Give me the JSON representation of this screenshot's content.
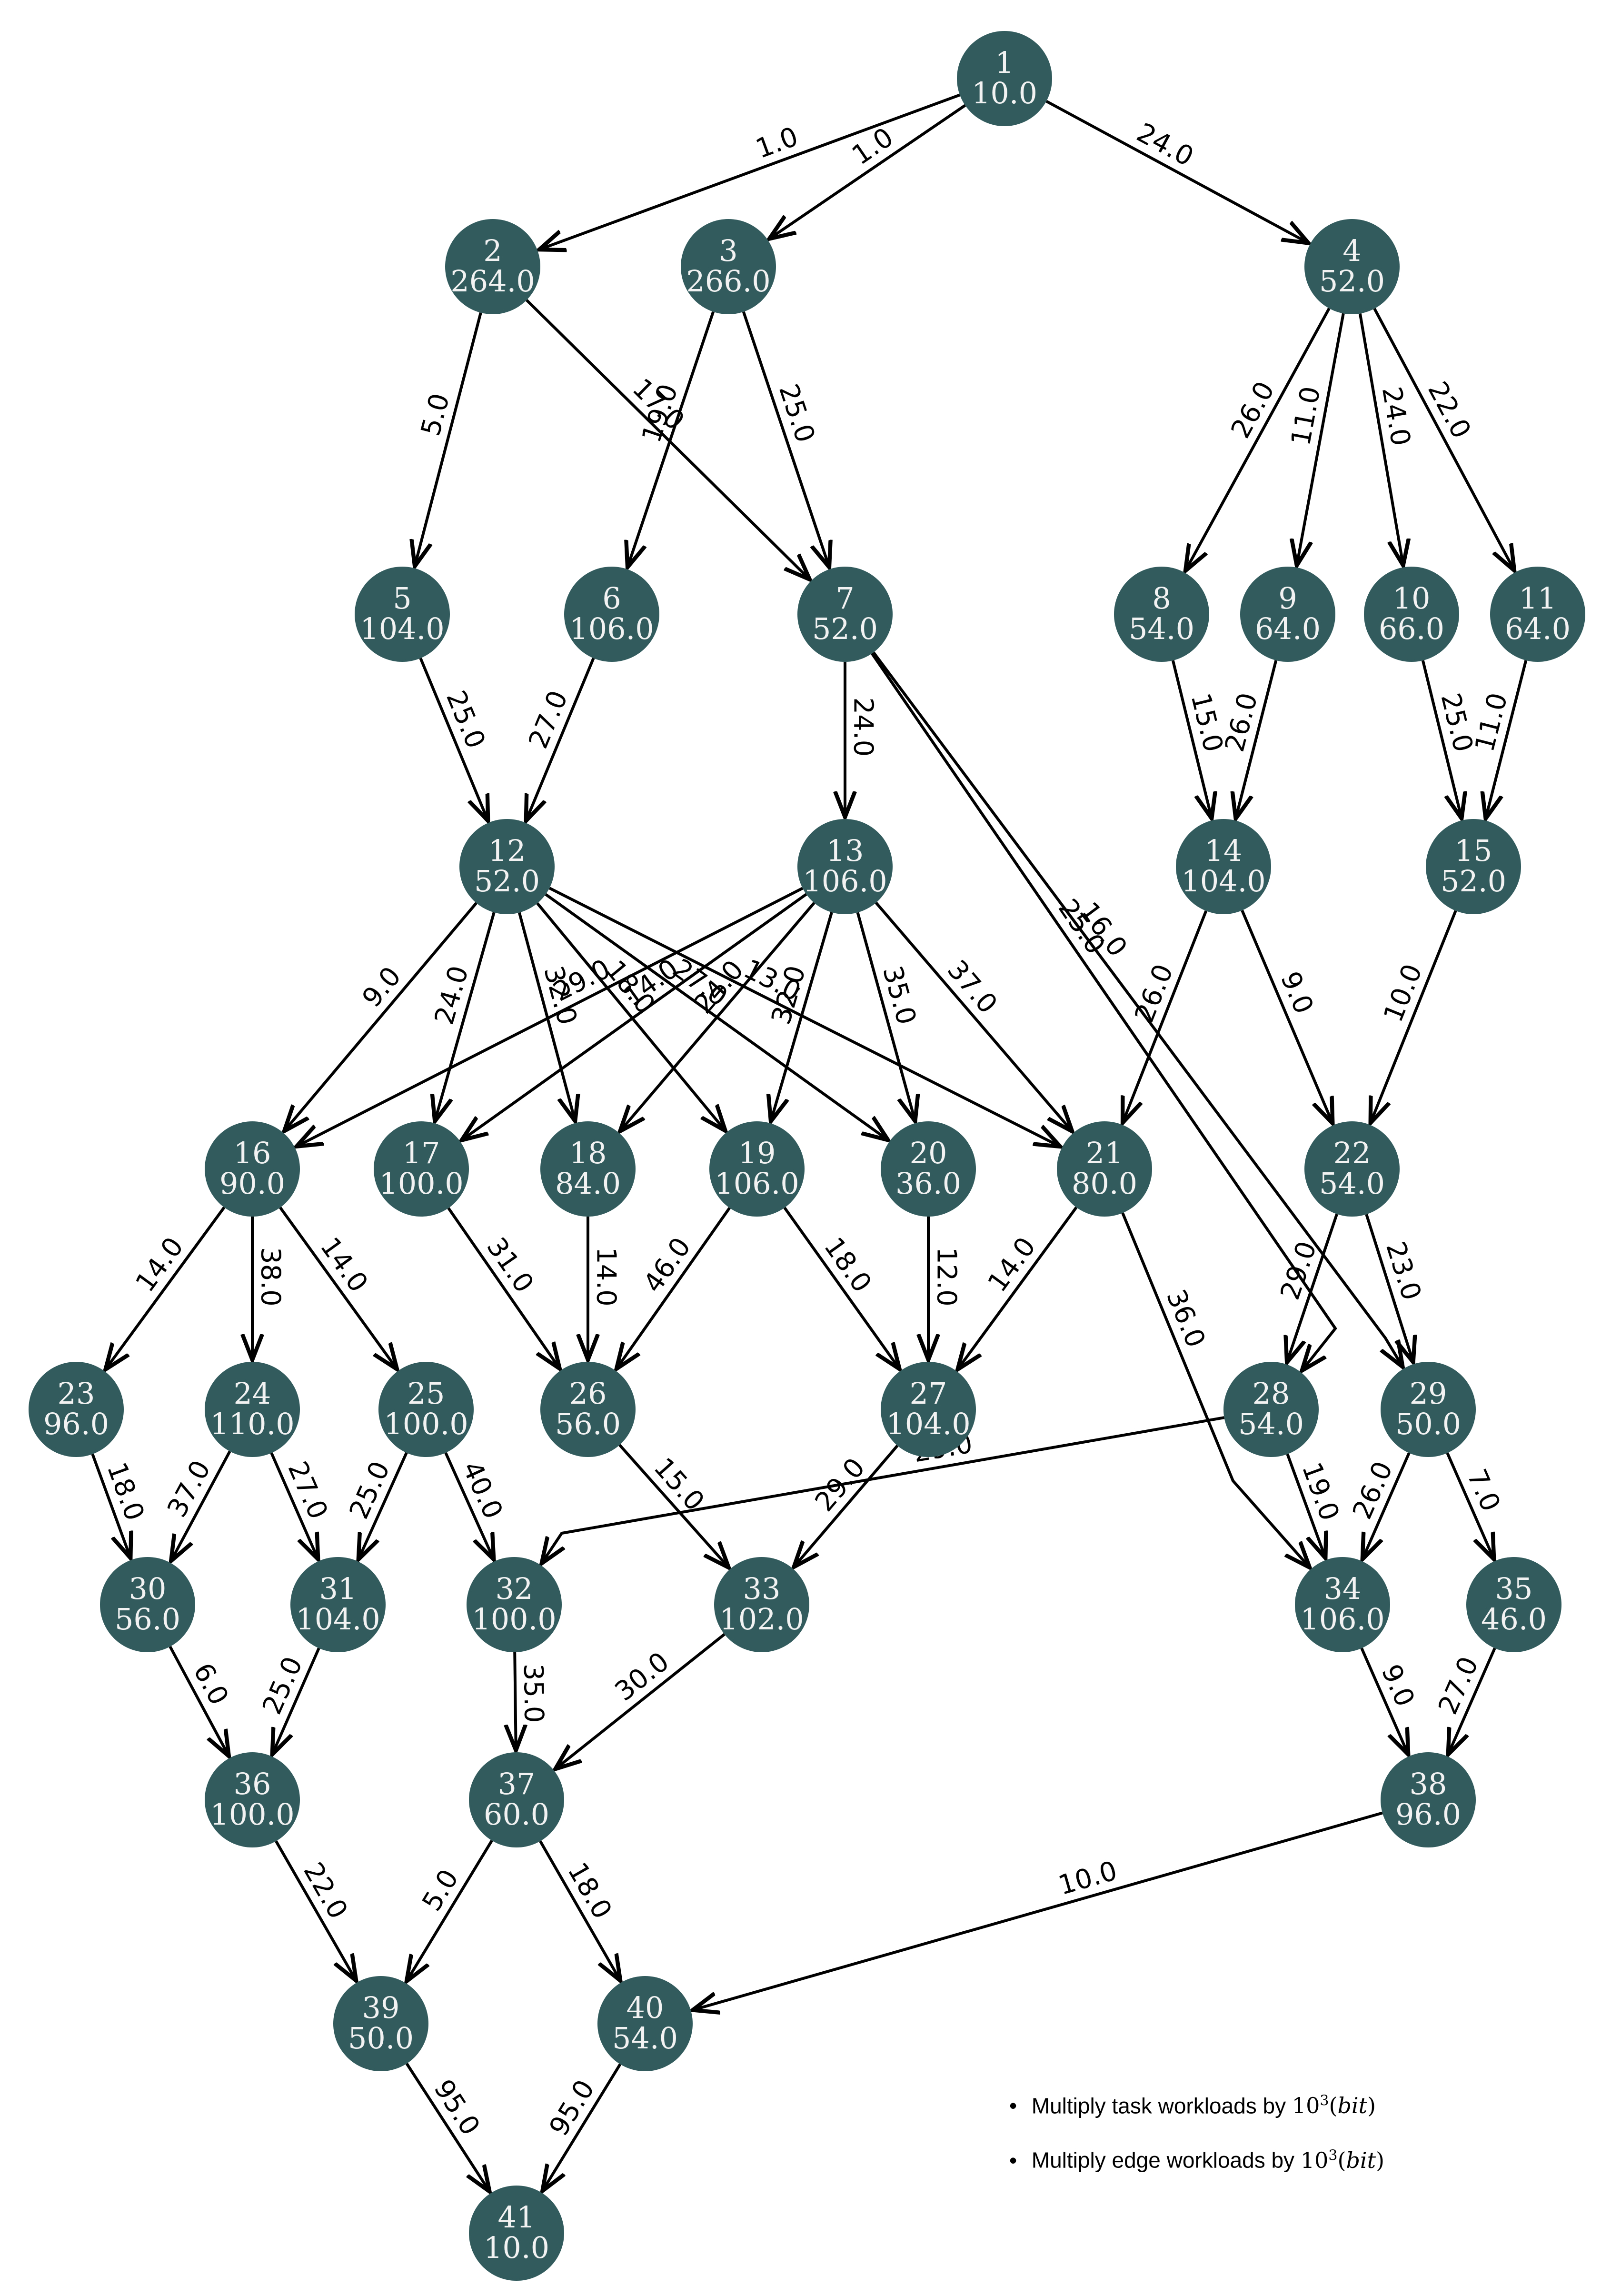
{
  "diagram": {
    "nodes": [
      {
        "id": "1",
        "workload": "10.0"
      },
      {
        "id": "2",
        "workload": "264.0"
      },
      {
        "id": "3",
        "workload": "266.0"
      },
      {
        "id": "4",
        "workload": "52.0"
      },
      {
        "id": "5",
        "workload": "104.0"
      },
      {
        "id": "6",
        "workload": "106.0"
      },
      {
        "id": "7",
        "workload": "52.0"
      },
      {
        "id": "8",
        "workload": "54.0"
      },
      {
        "id": "9",
        "workload": "64.0"
      },
      {
        "id": "10",
        "workload": "66.0"
      },
      {
        "id": "11",
        "workload": "64.0"
      },
      {
        "id": "12",
        "workload": "52.0"
      },
      {
        "id": "13",
        "workload": "106.0"
      },
      {
        "id": "14",
        "workload": "104.0"
      },
      {
        "id": "15",
        "workload": "52.0"
      },
      {
        "id": "16",
        "workload": "90.0"
      },
      {
        "id": "17",
        "workload": "100.0"
      },
      {
        "id": "18",
        "workload": "84.0"
      },
      {
        "id": "19",
        "workload": "106.0"
      },
      {
        "id": "20",
        "workload": "36.0"
      },
      {
        "id": "21",
        "workload": "80.0"
      },
      {
        "id": "22",
        "workload": "54.0"
      },
      {
        "id": "23",
        "workload": "96.0"
      },
      {
        "id": "24",
        "workload": "110.0"
      },
      {
        "id": "25",
        "workload": "100.0"
      },
      {
        "id": "26",
        "workload": "56.0"
      },
      {
        "id": "27",
        "workload": "104.0"
      },
      {
        "id": "28",
        "workload": "54.0"
      },
      {
        "id": "29",
        "workload": "50.0"
      },
      {
        "id": "30",
        "workload": "56.0"
      },
      {
        "id": "31",
        "workload": "104.0"
      },
      {
        "id": "32",
        "workload": "100.0"
      },
      {
        "id": "33",
        "workload": "102.0"
      },
      {
        "id": "34",
        "workload": "106.0"
      },
      {
        "id": "35",
        "workload": "46.0"
      },
      {
        "id": "36",
        "workload": "100.0"
      },
      {
        "id": "37",
        "workload": "60.0"
      },
      {
        "id": "38",
        "workload": "96.0"
      },
      {
        "id": "39",
        "workload": "50.0"
      },
      {
        "id": "40",
        "workload": "54.0"
      },
      {
        "id": "41",
        "workload": "10.0"
      }
    ],
    "edges": [
      {
        "from": "1",
        "to": "2",
        "label": "1.0"
      },
      {
        "from": "1",
        "to": "3",
        "label": "1.0"
      },
      {
        "from": "1",
        "to": "4",
        "label": "24.0"
      },
      {
        "from": "2",
        "to": "5",
        "label": "5.0"
      },
      {
        "from": "2",
        "to": "7",
        "label": "17.0"
      },
      {
        "from": "3",
        "to": "6",
        "label": "19.0"
      },
      {
        "from": "3",
        "to": "7",
        "label": "25.0"
      },
      {
        "from": "4",
        "to": "8",
        "label": "26.0"
      },
      {
        "from": "4",
        "to": "9",
        "label": "11.0"
      },
      {
        "from": "4",
        "to": "10",
        "label": "24.0"
      },
      {
        "from": "4",
        "to": "11",
        "label": "22.0"
      },
      {
        "from": "5",
        "to": "12",
        "label": "25.0"
      },
      {
        "from": "6",
        "to": "12",
        "label": "27.0"
      },
      {
        "from": "7",
        "to": "13",
        "label": "24.0"
      },
      {
        "from": "7",
        "to": "28",
        "label": "25.0"
      },
      {
        "from": "7",
        "to": "29",
        "label": "16.0"
      },
      {
        "from": "8",
        "to": "14",
        "label": "15.0"
      },
      {
        "from": "9",
        "to": "14",
        "label": "26.0"
      },
      {
        "from": "10",
        "to": "15",
        "label": "25.0"
      },
      {
        "from": "11",
        "to": "15",
        "label": "11.0"
      },
      {
        "from": "12",
        "to": "16",
        "label": "9.0"
      },
      {
        "from": "12",
        "to": "17",
        "label": "24.0"
      },
      {
        "from": "12",
        "to": "18",
        "label": "32.0"
      },
      {
        "from": "12",
        "to": "19",
        "label": "18.0"
      },
      {
        "from": "12",
        "to": "20",
        "label": "27.0"
      },
      {
        "from": "12",
        "to": "21",
        "label": "13.0"
      },
      {
        "from": "13",
        "to": "16",
        "label": "29.0"
      },
      {
        "from": "13",
        "to": "17",
        "label": "14.0"
      },
      {
        "from": "13",
        "to": "18",
        "label": "24.0"
      },
      {
        "from": "13",
        "to": "19",
        "label": "32.0"
      },
      {
        "from": "13",
        "to": "20",
        "label": "35.0"
      },
      {
        "from": "13",
        "to": "21",
        "label": "37.0"
      },
      {
        "from": "14",
        "to": "21",
        "label": "26.0"
      },
      {
        "from": "14",
        "to": "22",
        "label": "9.0"
      },
      {
        "from": "15",
        "to": "22",
        "label": "10.0"
      },
      {
        "from": "16",
        "to": "23",
        "label": "14.0"
      },
      {
        "from": "16",
        "to": "24",
        "label": "38.0"
      },
      {
        "from": "16",
        "to": "25",
        "label": "14.0"
      },
      {
        "from": "17",
        "to": "26",
        "label": "31.0"
      },
      {
        "from": "18",
        "to": "26",
        "label": "14.0"
      },
      {
        "from": "19",
        "to": "26",
        "label": "46.0"
      },
      {
        "from": "19",
        "to": "27",
        "label": "18.0"
      },
      {
        "from": "20",
        "to": "27",
        "label": "12.0"
      },
      {
        "from": "21",
        "to": "27",
        "label": "14.0"
      },
      {
        "from": "21",
        "to": "34",
        "label": "36.0"
      },
      {
        "from": "22",
        "to": "28",
        "label": "29.0"
      },
      {
        "from": "22",
        "to": "29",
        "label": "23.0"
      },
      {
        "from": "23",
        "to": "30",
        "label": "18.0"
      },
      {
        "from": "24",
        "to": "30",
        "label": "37.0"
      },
      {
        "from": "24",
        "to": "31",
        "label": "27.0"
      },
      {
        "from": "25",
        "to": "31",
        "label": "25.0"
      },
      {
        "from": "25",
        "to": "32",
        "label": "40.0"
      },
      {
        "from": "26",
        "to": "33",
        "label": "15.0"
      },
      {
        "from": "27",
        "to": "33",
        "label": "29.0"
      },
      {
        "from": "28",
        "to": "32",
        "label": "29.0"
      },
      {
        "from": "28",
        "to": "34",
        "label": "19.0"
      },
      {
        "from": "29",
        "to": "34",
        "label": "26.0"
      },
      {
        "from": "29",
        "to": "35",
        "label": "7.0"
      },
      {
        "from": "30",
        "to": "36",
        "label": "6.0"
      },
      {
        "from": "31",
        "to": "36",
        "label": "25.0"
      },
      {
        "from": "32",
        "to": "37",
        "label": "35.0"
      },
      {
        "from": "33",
        "to": "37",
        "label": "30.0"
      },
      {
        "from": "34",
        "to": "38",
        "label": "9.0"
      },
      {
        "from": "35",
        "to": "38",
        "label": "27.0"
      },
      {
        "from": "36",
        "to": "39",
        "label": "22.0"
      },
      {
        "from": "37",
        "to": "39",
        "label": "5.0"
      },
      {
        "from": "37",
        "to": "40",
        "label": "18.0"
      },
      {
        "from": "38",
        "to": "40",
        "label": "10.0"
      },
      {
        "from": "39",
        "to": "41",
        "label": "95.0"
      },
      {
        "from": "40",
        "to": "41",
        "label": "95.0"
      }
    ]
  },
  "notes": {
    "bullet": "•",
    "task_note": "Multiply task workloads by",
    "edge_note": "Multiply edge workloads by",
    "unit_base": "10",
    "unit_exp": "3",
    "unit_name": "bit"
  },
  "colors": {
    "node_fill": "#315b5d",
    "node_text": "#f2f2f2",
    "edge": "#000000"
  }
}
